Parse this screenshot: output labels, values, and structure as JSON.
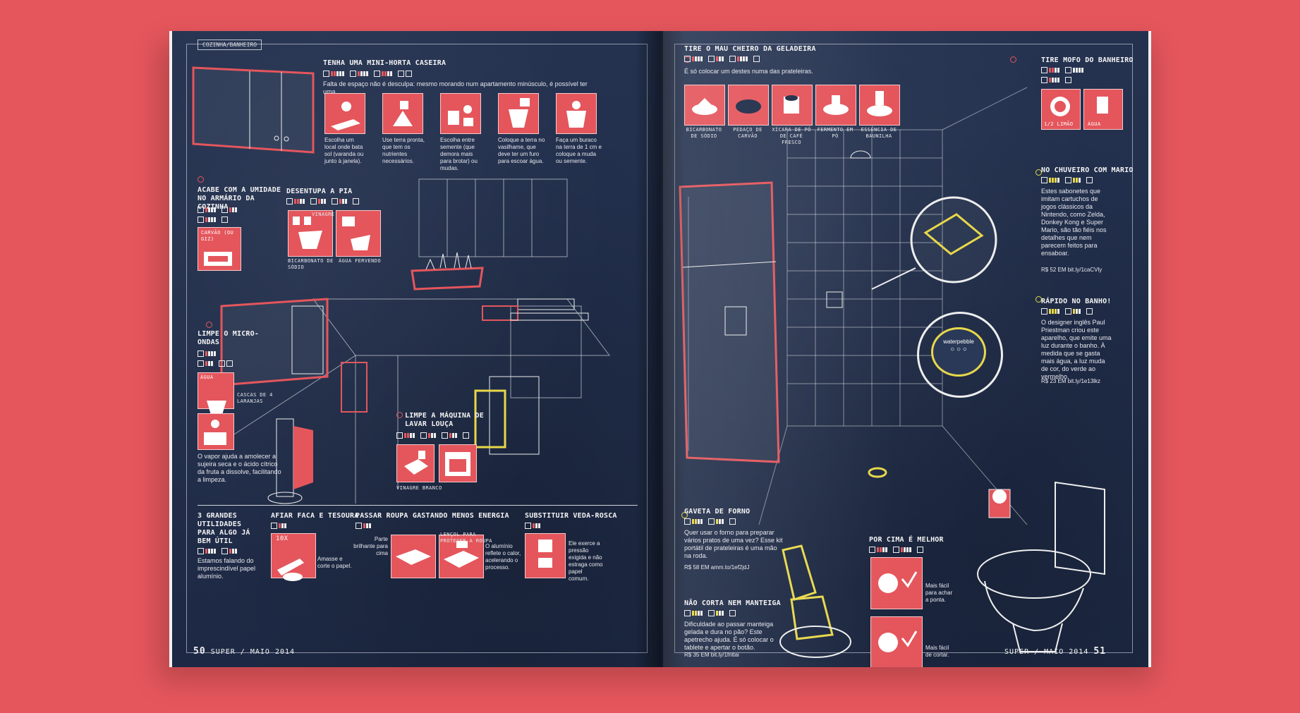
{
  "section_tag": "COZINHA/BANHEIRO",
  "left": {
    "horta": {
      "title": "TENHA UMA MINI-HORTA CASEIRA",
      "intro": "Falta de espaço não é desculpa: mesmo morando num apartamento minúsculo, é possível ter uma.",
      "steps": [
        "Escolha um local onde bata sol (varanda ou junto à janela).",
        "Use terra pronta, que tem os nutrientes necessários.",
        "Escolha entre semente (que demora mais para brotar) ou mudas.",
        "Coloque a terra no vasilhame, que deve ter um furo para escoar água.",
        "Faça um buraco na terra de 1 cm e coloque a muda ou semente."
      ]
    },
    "umidade": {
      "title": "ACABE COM A UMIDADE NO ARMÁRIO DA COZINHA",
      "label": "CARVÃO (OU GIZ)"
    },
    "pia": {
      "title": "DESENTUPA A PIA",
      "labels": [
        "VINAGRE",
        "BICARBONATO DE SÓDIO",
        "ÁGUA FERVENDO"
      ]
    },
    "micro": {
      "title": "LIMPE O MICRO-ONDAS",
      "labels": [
        "ÁGUA",
        "CASCAS DE 4 LARANJAS"
      ],
      "text": "O vapor ajuda a amolecer a sujeira seca e o ácido cítrico da fruta a dissolve, facilitando a limpeza."
    },
    "louca": {
      "title": "LIMPE A MÁQUINA DE LAVAR LOUÇA",
      "label": "VINAGRE BRANCO"
    },
    "utilidades": {
      "title": "3 GRANDES UTILIDADES PARA ALGO JÁ BEM ÚTIL",
      "text": "Estamos falando do imprescindível papel alumínio."
    },
    "faca": {
      "title": "AFIAR FACA E TESOURA",
      "badge": "10x",
      "text": "Amasse e corte o papel."
    },
    "roupa": {
      "title": "PASSAR ROUPA GASTANDO MENOS ENERGIA",
      "side": "Parte brilhante para cima",
      "label": "LENÇOL PARA PROTEGER A ROUPA",
      "text": "O alumínio reflete o calor, acelerando o processo."
    },
    "veda": {
      "title": "SUBSTITUIR VEDA-ROSCA",
      "text": "Ele exerce a pressão exigida e não estraga como papel comum."
    },
    "folio_num": "50",
    "folio_text": "SUPER / MAIO 2014"
  },
  "right": {
    "geladeira": {
      "title": "TIRE O MAU CHEIRO DA GELADEIRA",
      "intro": "É só colocar um destes numa das prateleiras.",
      "items": [
        "BICARBONATO DE SÓDIO",
        "PEDAÇO DE CARVÃO",
        "XÍCARA DE PÓ DE CAFÉ FRESCO",
        "FERMENTO EM PÓ",
        "ESSÊNCIA DE BAUNILHA"
      ]
    },
    "mofo": {
      "title": "TIRE MOFO DO BANHEIRO",
      "labels": [
        "1/2 LIMÃO",
        "ÁGUA"
      ]
    },
    "chuveiro": {
      "title": "NO CHUVEIRO COM MARIO",
      "text": "Estes sabonetes que imitam cartuchos de jogos clássicos da Nintendo, como Zelda, Donkey Kong e Super Mario, são tão fiéis nos detalhes que nem parecem feitos para ensaboar.",
      "ref": "R$ 52 EM bit.ly/1caCVly"
    },
    "banho": {
      "title": "RÁPIDO NO BANHO!",
      "text": "O designer inglês Paul Priestman criou este aparelho, que emite uma luz durante o banho. À medida que se gasta mais água, a luz muda de cor, do verde ao vermelho.",
      "ref": "R$ 23 EM bit.ly/1e13lkz",
      "device": "waterpebble"
    },
    "gaveta": {
      "title": "GAVETA DE FORNO",
      "text": "Quer usar o forno para preparar vários pratos de uma vez? Esse kit portátil de prateleiras é uma mão na roda.",
      "ref": "R$ 58 EM amm.to/1ef2jdJ"
    },
    "manteiga": {
      "title": "NÃO CORTA NEM MANTEIGA",
      "text": "Dificuldade ao passar manteiga gelada e dura no pão? Este apetrecho ajuda. É só colocar o tablete e apertar o botão.",
      "ref": "R$ 35 EM bit.ly/1fntlai"
    },
    "porcima": {
      "title": "POR CIMA É MELHOR",
      "notes": [
        "Mais fácil para achar a ponta.",
        "Mais fácil de cortar."
      ]
    },
    "folio_num": "51",
    "folio_text": "SUPER / MAIO 2014"
  },
  "colors": {
    "navy": "#1f2c48",
    "red": "#e4565c",
    "yellow": "#e8d84a",
    "line": "#f3f3f3"
  }
}
